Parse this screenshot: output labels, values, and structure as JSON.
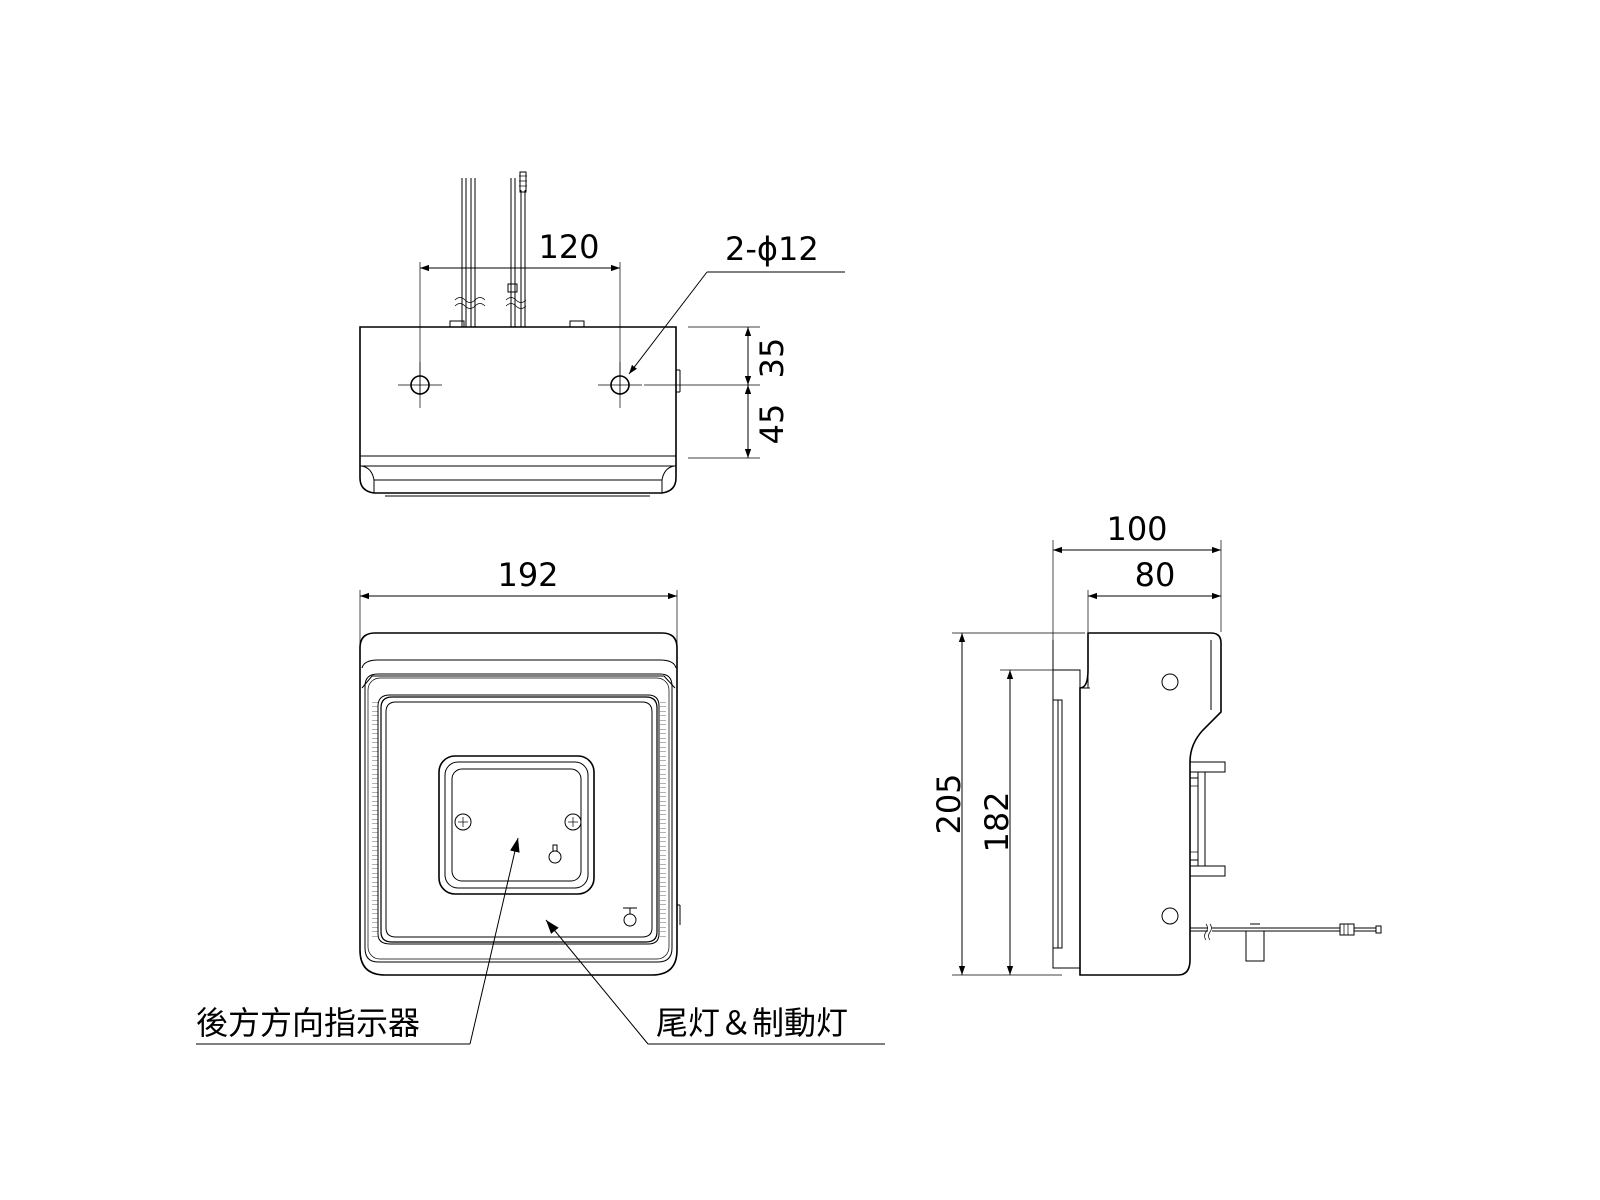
{
  "dimensions": {
    "hole_pitch": "120",
    "hole_spec": "2-ϕ12",
    "hole_from_top": "35",
    "hole_from_bottom": "45",
    "overall_width": "192",
    "overall_depth": "100",
    "body_depth": "80",
    "overall_height": "205",
    "lens_height": "182"
  },
  "labels": {
    "turn_signal": "後方方向指示器",
    "tail_brake": "尾灯＆制動灯"
  }
}
